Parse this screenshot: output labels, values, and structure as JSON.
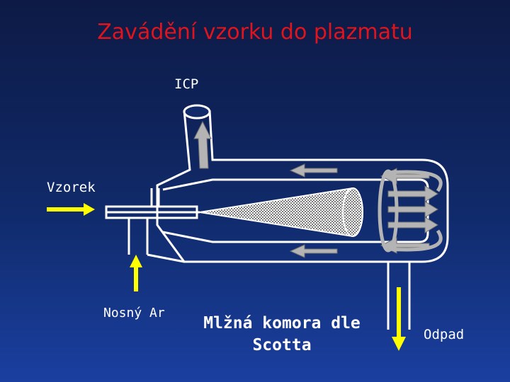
{
  "title": "Zavádění vzorku do plazmatu",
  "labels": {
    "icp": "ICP",
    "vzorek": "Vzorek",
    "nosny_ar": "Nosný Ar",
    "chamber": "Mlžná komora dle Scotta",
    "odpad": "Odpad"
  },
  "colors": {
    "title": "#e0141c",
    "tube": "#ffffff",
    "flow_arrow": "#b4b4b4",
    "input_arrow": "#ffff00"
  }
}
